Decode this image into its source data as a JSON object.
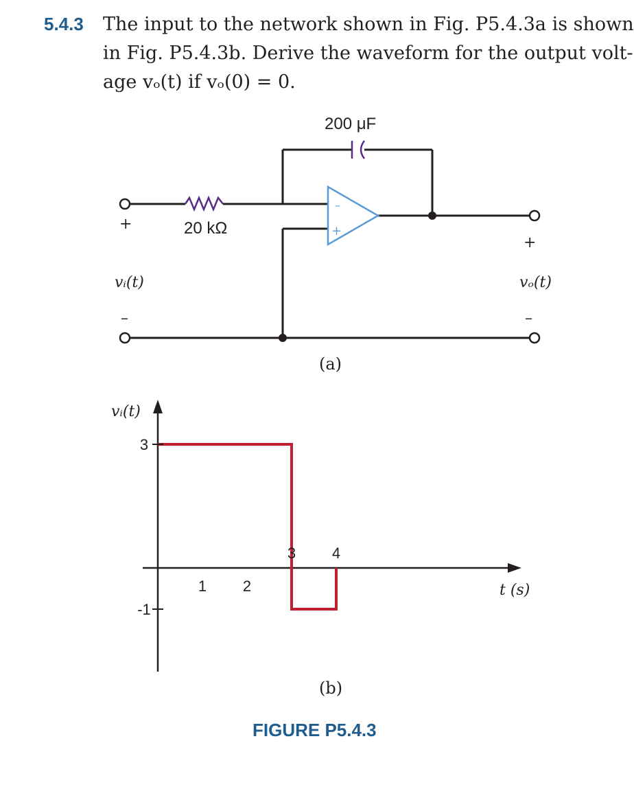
{
  "problem": {
    "number": "5.4.3",
    "line1": "The input to the network shown in Fig. P5.4.3a is shown",
    "line2": "in Fig. P5.4.3b. Derive the waveform for the output volt-",
    "line3": "age vₒ(t) if vₒ(0) = 0."
  },
  "circuit": {
    "capacitor_label": "200 μF",
    "resistor_label": "20 kΩ",
    "input_plus": "+",
    "input_minus": "–",
    "input_label": "vᵢ(t)",
    "output_plus": "+",
    "output_minus": "–",
    "output_label": "vₒ(t)",
    "opamp_minus": "–",
    "opamp_plus": "+",
    "sublabel": "(a)"
  },
  "chart_data": {
    "type": "line",
    "title": "",
    "ylabel": "vᵢ(t)",
    "xlabel": "t (s)",
    "x_ticks": [
      "1",
      "2",
      "3",
      "4"
    ],
    "y_ticks": [
      "3",
      "-1"
    ],
    "series": [
      {
        "x": [
          0,
          3,
          3,
          4,
          4
        ],
        "y": [
          3,
          3,
          -1,
          -1,
          0
        ]
      }
    ],
    "xlim": [
      0,
      8
    ],
    "ylim": [
      -2.2,
      3.6
    ],
    "line_color": "#c22032",
    "sublabel": "(b)"
  },
  "figure": {
    "caption": "FIGURE P5.4.3"
  },
  "colors": {
    "accent": "#1f5d8f",
    "resistor": "#5b2c87",
    "opamp": "#5b9bd5",
    "waveform": "#c22032"
  }
}
